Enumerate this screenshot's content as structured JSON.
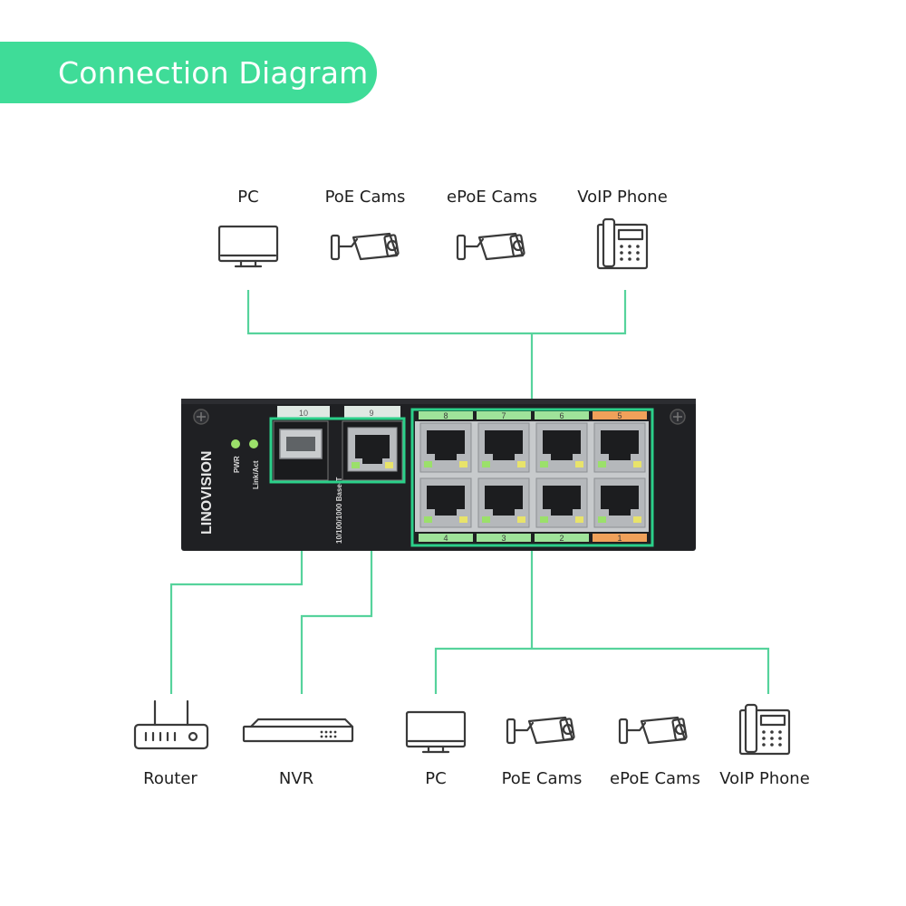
{
  "title": "Connection Diagram",
  "colors": {
    "accent": "#3fdc98",
    "line": "#56d39c",
    "switch_body": "#1f2023",
    "port_highlight": "#2bd08a",
    "icon_stroke": "#3a3a3a",
    "label_green": "#9fe39a",
    "label_orange": "#f0a15a",
    "led_green": "#9be06a"
  },
  "top_devices": [
    {
      "label": "PC",
      "icon": "monitor-icon"
    },
    {
      "label": "PoE Cams",
      "icon": "camera-icon"
    },
    {
      "label": "ePoE Cams",
      "icon": "camera-icon"
    },
    {
      "label": "VoIP Phone",
      "icon": "phone-icon"
    }
  ],
  "bottom_devices": [
    {
      "label": "Router",
      "icon": "router-icon"
    },
    {
      "label": "NVR",
      "icon": "nvr-icon"
    },
    {
      "label": "PC",
      "icon": "monitor-icon"
    },
    {
      "label": "PoE Cams",
      "icon": "camera-icon"
    },
    {
      "label": "ePoE Cams",
      "icon": "camera-icon"
    },
    {
      "label": "VoIP Phone",
      "icon": "phone-icon"
    }
  ],
  "switch": {
    "brand": "LINOVISION",
    "led_pwr": "PWR",
    "led_link": "Link/Act",
    "uplink_label": "10/100/1000 Base-T",
    "sfp_port_number": "10",
    "uplink_port_number": "9",
    "top_port_numbers": [
      "8",
      "7",
      "6",
      "5"
    ],
    "bottom_port_numbers": [
      "4",
      "3",
      "2",
      "1"
    ]
  }
}
